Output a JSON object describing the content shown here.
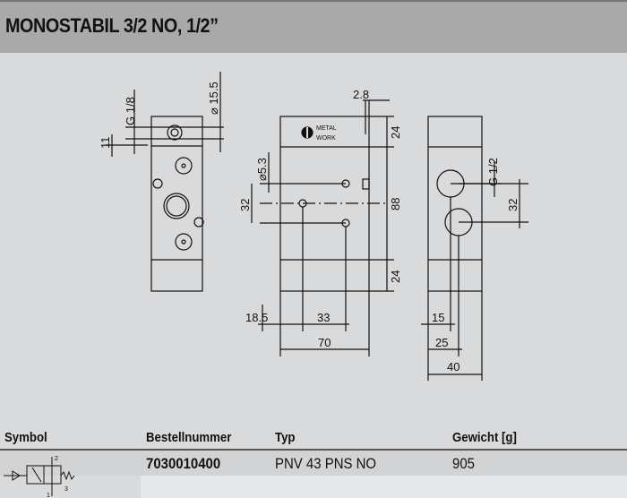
{
  "title": "MONOSTABIL 3/2 NO, 1/2”",
  "drawing": {
    "left": {
      "thread": "G 1/8",
      "d11": "11",
      "dia": "⌀ 15.5"
    },
    "middle": {
      "d28": "2.8",
      "d24a": "24",
      "d88": "88",
      "d24b": "24",
      "hole": "⌀5.3",
      "d32": "32",
      "d185": "18.5",
      "d33": "33",
      "d70": "70",
      "logo_top": "METAL",
      "logo_bottom": "WORK"
    },
    "right": {
      "thread": "G 1/2",
      "d32": "32",
      "d15": "15",
      "d25": "25",
      "d40": "40"
    }
  },
  "table": {
    "headers": [
      "Symbol",
      "Bestellnummer",
      "Typ",
      "Gewicht [g]"
    ],
    "rows": [
      {
        "order": "7030010400",
        "type": "PNV 43 PNS NO",
        "weight": "905"
      }
    ]
  },
  "symbol": {
    "p1": "1",
    "p2": "2",
    "p3": "3"
  }
}
